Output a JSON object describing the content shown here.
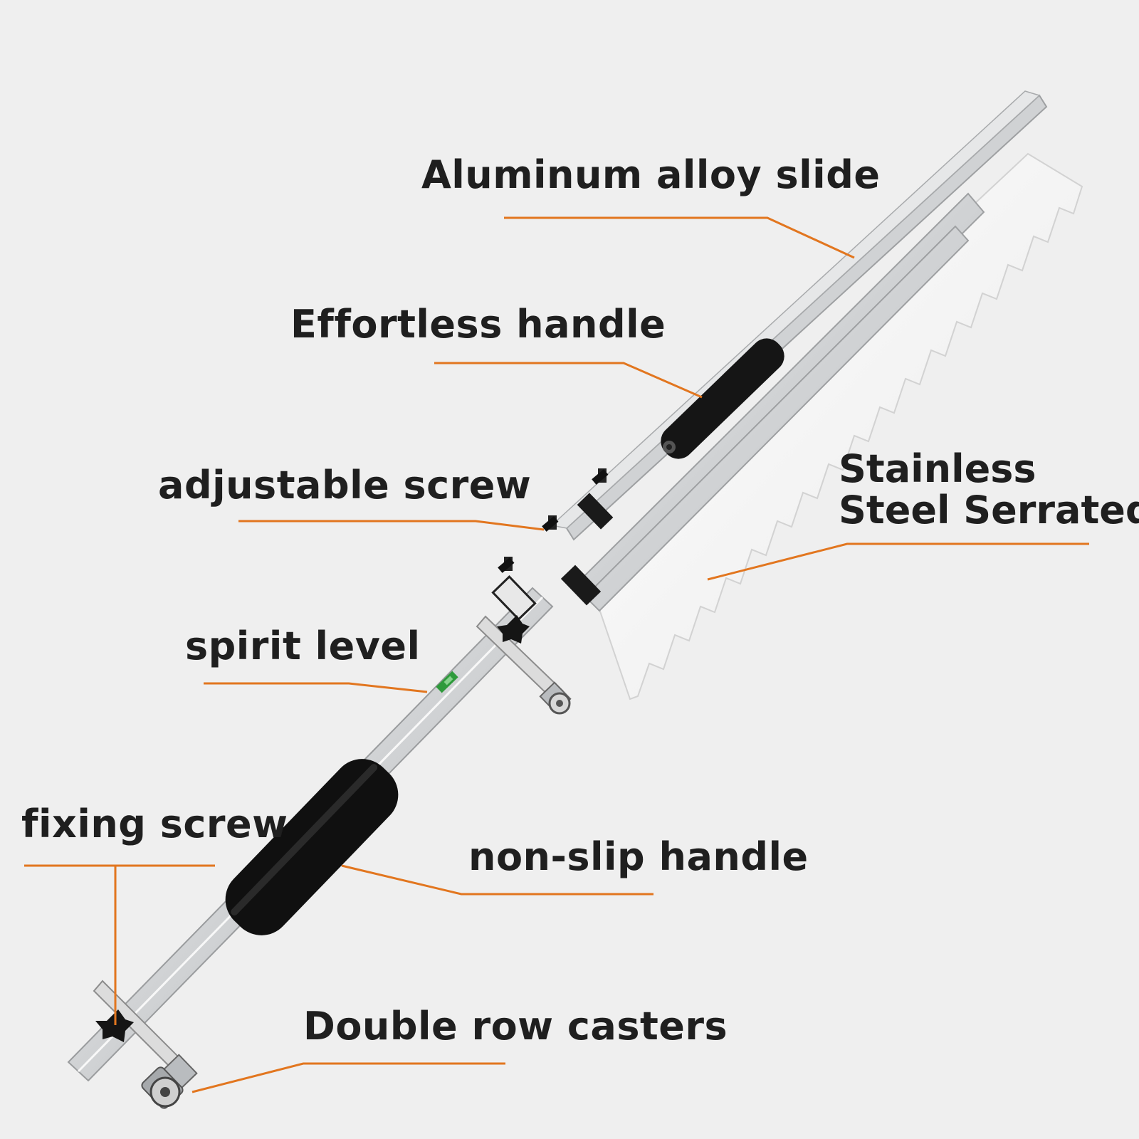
{
  "labels": {
    "aluminum_slide": "Aluminum alloy slide",
    "effortless_handle": "Effortless handle",
    "adjustable_screw": "adjustable screw",
    "stainless_line1": "Stainless",
    "stainless_line2": "Steel Serrated",
    "spirit_level": "spirit level",
    "fixing_screw": "fixing screw",
    "non_slip_handle": "non-slip handle",
    "double_row_casters": "Double row casters"
  },
  "colors": {
    "background": "#efefef",
    "leader_line": "#e2761f",
    "aluminum": "#d6d8da",
    "rubber": "#141414",
    "blade": "#f7f7f7",
    "level_vial": "#3aa544"
  }
}
